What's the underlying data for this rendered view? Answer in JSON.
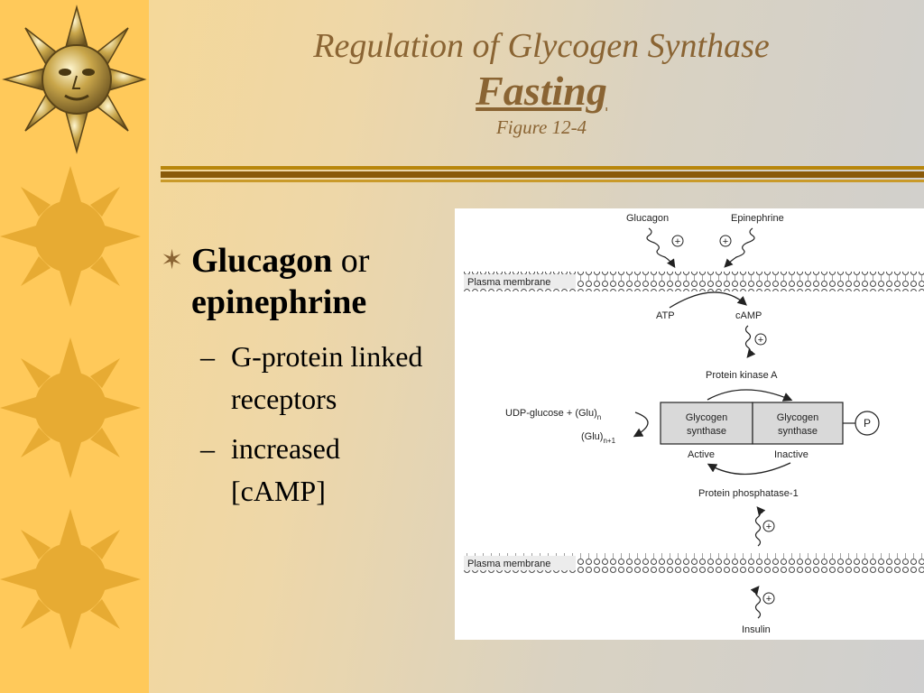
{
  "slide": {
    "title": "Regulation of Glycogen Synthase",
    "subtitle": "Fasting",
    "figure_ref": "Figure 12-4",
    "bullets": {
      "main_bold_1": "Glucagon",
      "main_or": "or",
      "main_bold_2": "epinephrine",
      "sub1": "G-protein linked receptors",
      "sub2": "increased [cAMP]"
    }
  },
  "diagram": {
    "glucagon": "Glucagon",
    "epinephrine": "Epinephrine",
    "plasma_membrane": "Plasma membrane",
    "atp": "ATP",
    "camp": "cAMP",
    "pka": "Protein kinase A",
    "udp_glucose": "UDP-glucose + (Glu)",
    "sub_n": "n",
    "glu_n1": "(Glu)",
    "sub_n1": "n+1",
    "gs_active_1": "Glycogen",
    "gs_active_2": "synthase",
    "gs_inactive_1": "Glycogen",
    "gs_inactive_2": "synthase",
    "phospho": "P",
    "active": "Active",
    "inactive": "Inactive",
    "pp1": "Protein phosphatase-1",
    "insulin": "Insulin",
    "plus": "+"
  },
  "colors": {
    "accent": "#8a6433",
    "strip": "#ffc95a",
    "sun": "#e7ab33"
  }
}
